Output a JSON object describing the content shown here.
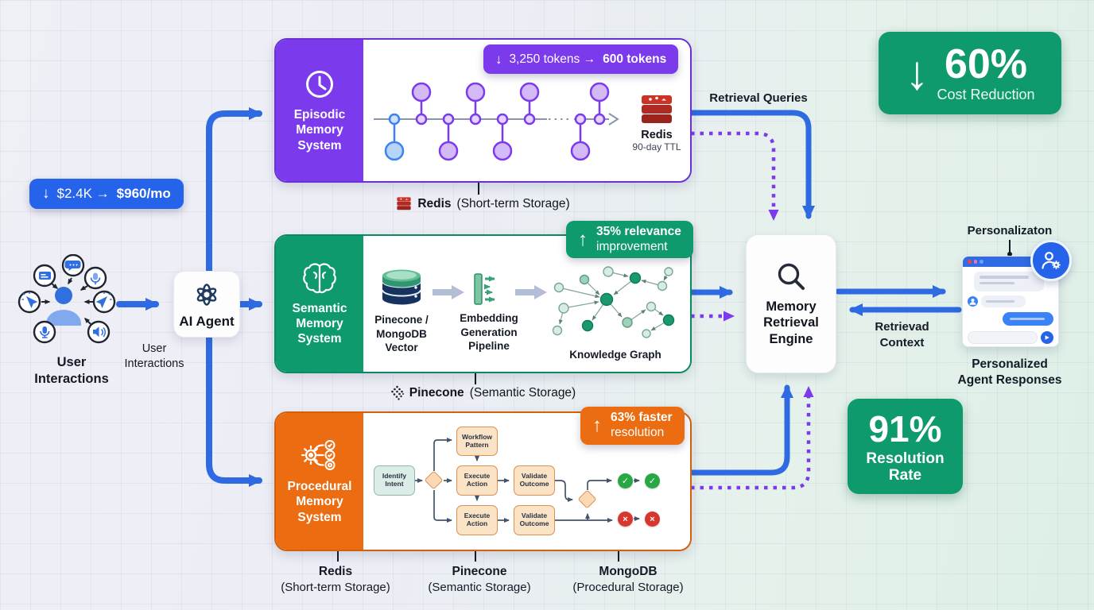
{
  "left": {
    "cost_badge": {
      "arrow": "↓",
      "plain": "$2.4K →",
      "bold": "$960/mo"
    },
    "cluster_label": {
      "l1": "User",
      "l2": "Interactions"
    },
    "flow_label": {
      "l1": "User",
      "l2": "Interactions"
    },
    "agent": {
      "label": "AI Agent"
    }
  },
  "episodic": {
    "title": {
      "l1": "Episodic",
      "l2": "Memory",
      "l3": "System"
    },
    "token_badge": {
      "arrow": "↓",
      "plain": "3,250 tokens →",
      "bold": "600 tokens"
    },
    "redis": {
      "name": "Redis",
      "sub": "90-day TTL"
    },
    "caption": {
      "bold": "Redis",
      "rest": "(Short-term Storage)"
    }
  },
  "semantic": {
    "title": {
      "l1": "Semantic",
      "l2": "Memory",
      "l3": "System"
    },
    "badge": {
      "arrow": "↑",
      "l1": "35% relevance",
      "l2": "improvement"
    },
    "db_label": {
      "l1": "Pinecone /",
      "l2": "MongoDB",
      "l3": "Vector"
    },
    "embed_label": {
      "l1": "Embedding",
      "l2": "Generation",
      "l3": "Pipeline"
    },
    "graph_label": "Knowledge Graph",
    "caption": {
      "bold": "Pinecone",
      "rest": "(Semantic Storage)"
    }
  },
  "procedural": {
    "title": {
      "l1": "Procedural",
      "l2": "Memory",
      "l3": "System"
    },
    "badge": {
      "arrow": "↑",
      "l1": "63% faster",
      "l2": "resolution"
    },
    "workflow": {
      "identify": {
        "l1": "Identify",
        "l2": "Intent"
      },
      "pattern": {
        "l1": "Workflow",
        "l2": "Pattern"
      },
      "execute": {
        "l1": "Execute",
        "l2": "Action"
      },
      "execute2": {
        "l1": "Execute",
        "l2": "Action"
      },
      "validate": {
        "l1": "Validate",
        "l2": "Outcome"
      },
      "validate2": {
        "l1": "Validate",
        "l2": "Outcome"
      },
      "check": "✓",
      "cross": "×"
    },
    "captions": [
      {
        "bold": "Redis",
        "rest": "(Short-term Storage)"
      },
      {
        "bold": "Pinecone",
        "rest": "(Semantic Storage)"
      },
      {
        "bold": "MongoDB",
        "rest": "(Procedural Storage)"
      }
    ]
  },
  "engine": {
    "title": {
      "l1": "Memory",
      "l2": "Retrieval",
      "l3": "Engine"
    }
  },
  "flow_labels": {
    "retrieval_queries": "Retrieval Queries",
    "retrieved_context": {
      "l1": "Retrievad",
      "l2": "Context"
    },
    "personalization": "Personalizaton",
    "responses": {
      "l1": "Personalized",
      "l2": "Agent Responses"
    }
  },
  "stats": {
    "cost_reduction": {
      "arrow": "↓",
      "value": "60%",
      "label": "Cost Reduction"
    },
    "resolution_rate": {
      "value": "91%",
      "l1": "Resolution",
      "l2": "Rate"
    }
  },
  "colors": {
    "blue": "#2563eb",
    "purple": "#7c3aed",
    "green": "#0f9a6e",
    "orange": "#eb6c11"
  }
}
